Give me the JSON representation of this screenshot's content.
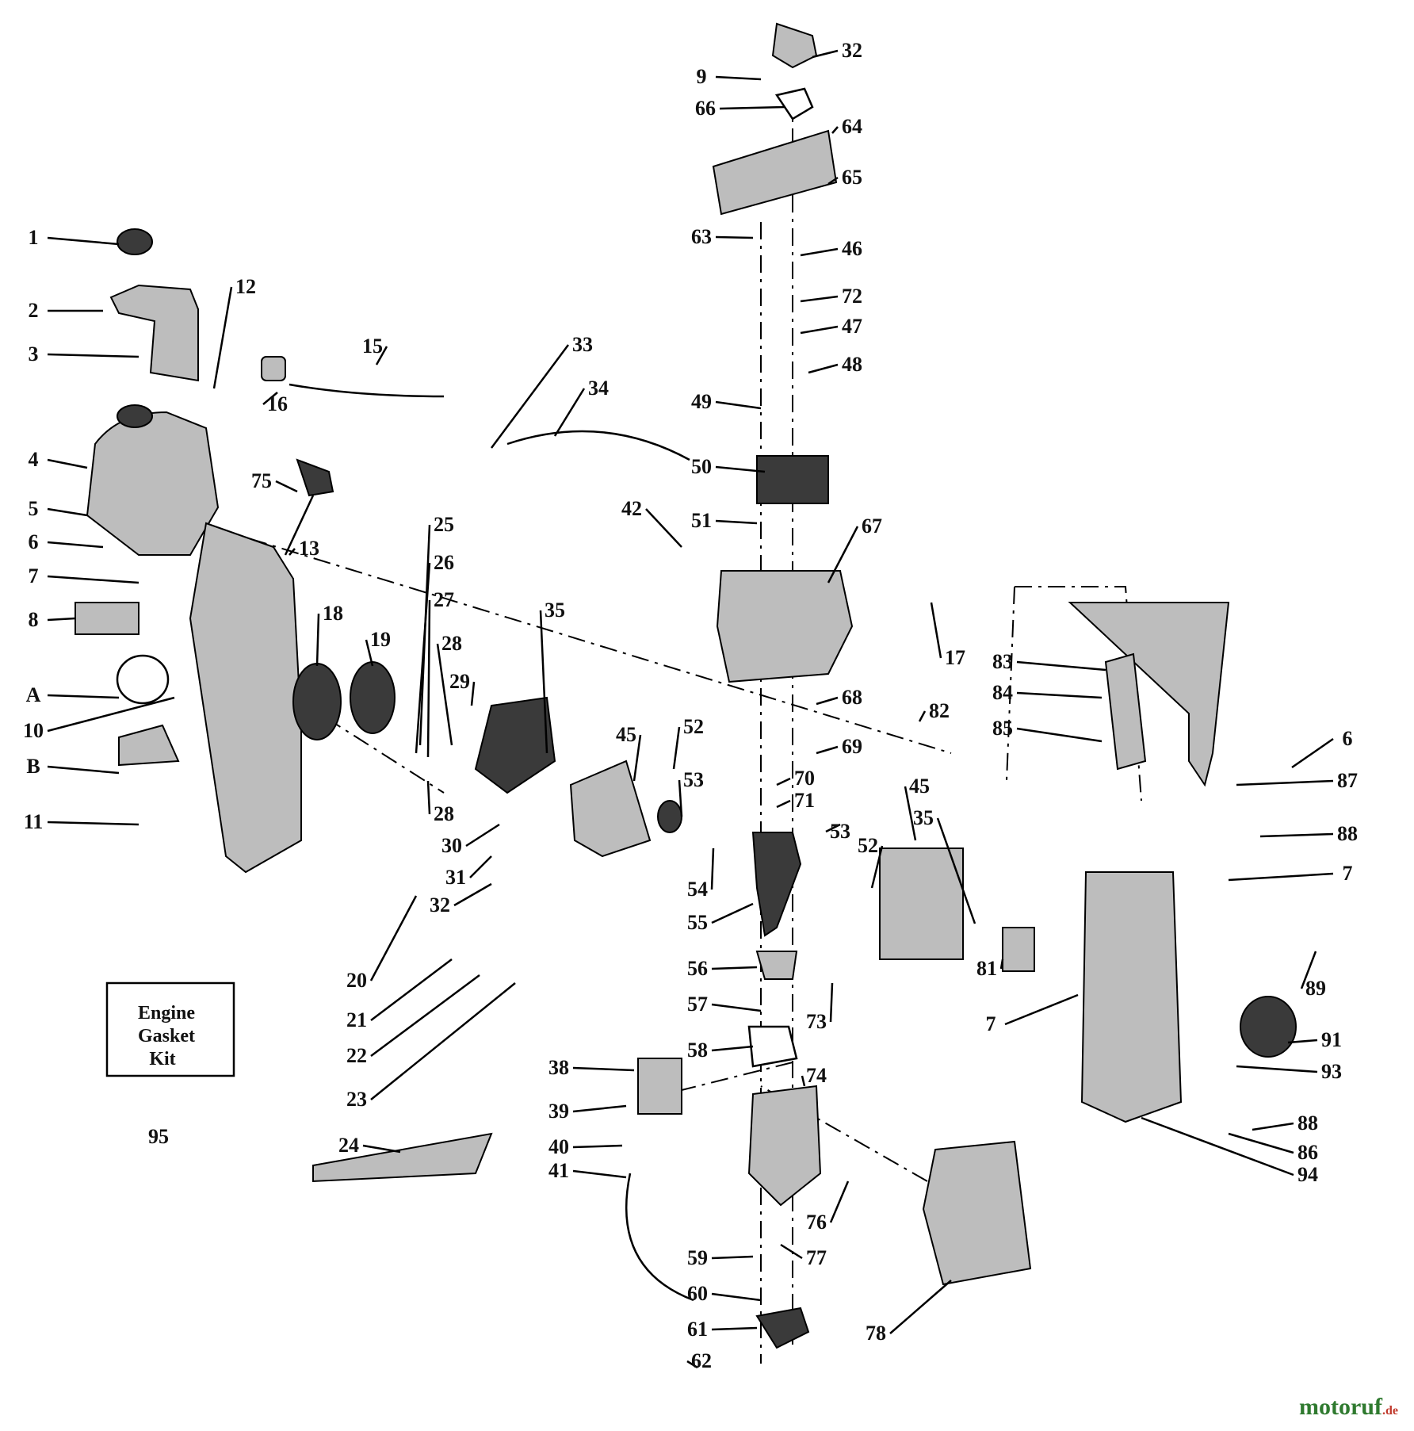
{
  "labels": [
    "1",
    "2",
    "3",
    "4",
    "5",
    "6",
    "7",
    "8",
    "A",
    "10",
    "B",
    "11",
    "12",
    "15",
    "16",
    "75",
    "13",
    "18",
    "19",
    "25",
    "26",
    "27",
    "28",
    "29",
    "35",
    "28",
    "30",
    "31",
    "32",
    "20",
    "21",
    "22",
    "23",
    "24",
    "33",
    "34",
    "42",
    "45",
    "52",
    "53",
    "54",
    "55",
    "56",
    "57",
    "58",
    "73",
    "74",
    "38",
    "39",
    "40",
    "41",
    "59",
    "60",
    "61",
    "62",
    "76",
    "77",
    "78",
    "32",
    "9",
    "66",
    "64",
    "65",
    "63",
    "46",
    "72",
    "47",
    "48",
    "49",
    "50",
    "51",
    "67",
    "17",
    "68",
    "82",
    "69",
    "70",
    "71",
    "53",
    "52",
    "45",
    "35",
    "81",
    "83",
    "84",
    "85",
    "6",
    "87",
    "88",
    "7",
    "89",
    "91",
    "93",
    "7",
    "88",
    "86",
    "94"
  ],
  "kit_box": {
    "line1": "Engine",
    "line2": "Gasket",
    "line3": "Kit",
    "number": "95"
  },
  "tube_text": "",
  "brand": {
    "name": "motoruf",
    "tld": ".de",
    "color": "#2f7a2f",
    "tld_color": "#c0392b"
  }
}
